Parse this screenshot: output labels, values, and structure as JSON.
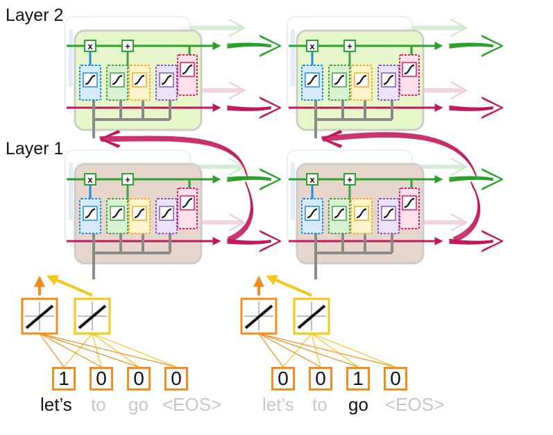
{
  "layers": [
    {
      "label": "Layer 2"
    },
    {
      "label": "Layer 1"
    }
  ],
  "gate_symbols": {
    "multiply": "x",
    "add": "+"
  },
  "timesteps": [
    {
      "one_hot": [
        "1",
        "0",
        "0",
        "0"
      ],
      "tokens": [
        "let’s",
        "to",
        "go",
        "<EOS>"
      ],
      "active_index": 0
    },
    {
      "one_hot": [
        "0",
        "0",
        "1",
        "0"
      ],
      "tokens": [
        "let’s",
        "to",
        "go",
        "<EOS>"
      ],
      "active_index": 2
    }
  ],
  "colors": {
    "cell_state_line": "#2ca02c",
    "hidden_state_line": "#c2185b",
    "layer2_cell_bg": "#e6f8c9",
    "layer1_cell_bg": "#e6d6cc",
    "embedding_primary": "#f28c1c",
    "embedding_secondary": "#f5c518",
    "gate_blue": "#1e88e5",
    "gate_green": "#43a047",
    "gate_orange": "#f9a825",
    "gate_purple": "#7e57c2",
    "gate_pink": "#d81b60",
    "inactive_token": "#c6c6c6"
  },
  "icons": [
    "sigmoid-icon",
    "tanh-icon",
    "linear-embedding-icon",
    "multiply-gate-icon",
    "add-gate-icon",
    "arrow-icon"
  ]
}
